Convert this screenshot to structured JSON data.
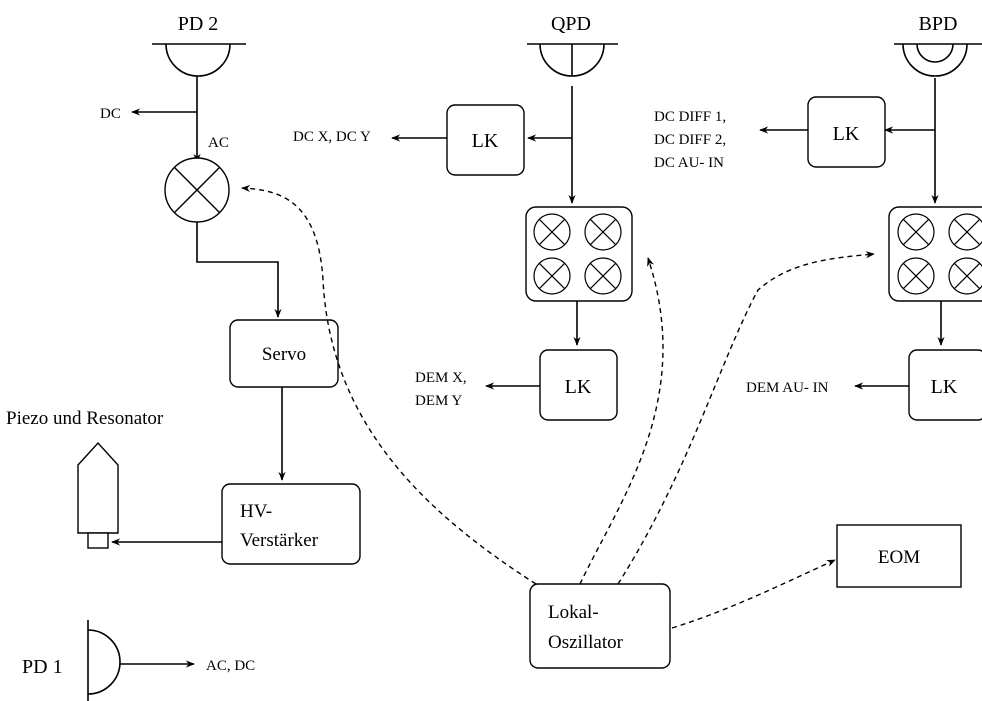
{
  "detectors": {
    "pd2": "PD 2",
    "qpd": "QPD",
    "bpd": "BPD",
    "pd1": "PD 1"
  },
  "outputs": {
    "pd2_dc": "DC",
    "pd2_ac": "AC",
    "qpd_dc": "DC X, DC Y",
    "bpd_dc_lines": [
      "DC DIFF 1,",
      "DC DIFF 2,",
      "DC AU- IN"
    ],
    "qpd_dem_lines": [
      "DEM X,",
      "DEM Y"
    ],
    "bpd_dem": "DEM AU- IN",
    "pd1_out": "AC, DC"
  },
  "blocks": {
    "lk": "LK",
    "servo": "Servo",
    "hv_lines": [
      "HV-",
      "Verstärker"
    ],
    "eom": "EOM",
    "lo_lines": [
      "Lokal-",
      "Oszillator"
    ],
    "piezo": "Piezo und Resonator"
  }
}
